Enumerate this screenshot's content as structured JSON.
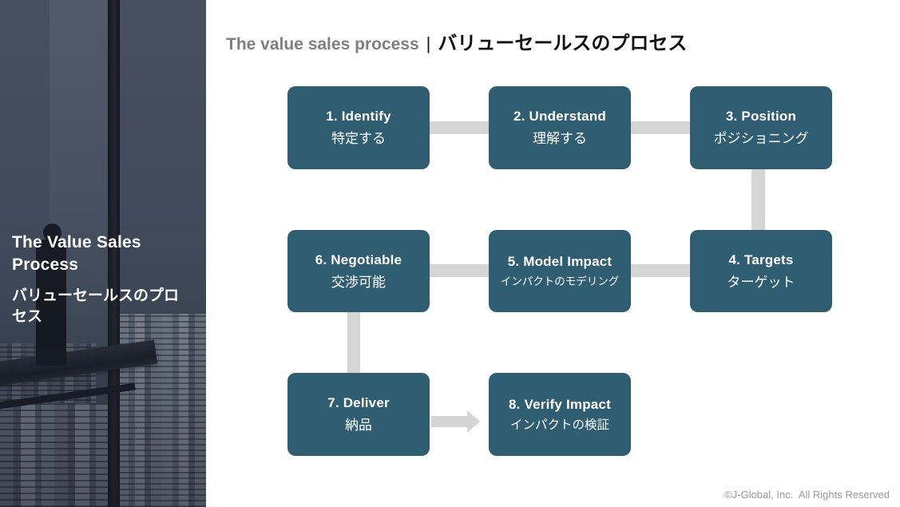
{
  "slide": {
    "title": {
      "en": "The value sales process",
      "separator": "|",
      "ja": "バリューセールスのプロセス"
    },
    "sidebar": {
      "title_en": "The Value Sales Process",
      "title_ja": "バリューセールスのプロセス"
    },
    "process_steps": [
      {
        "id": 1,
        "en": "1. Identify",
        "ja": "特定する"
      },
      {
        "id": 2,
        "en": "2. Understand",
        "ja": "理解する"
      },
      {
        "id": 3,
        "en": "3. Position",
        "ja": "ポジショニング"
      },
      {
        "id": 4,
        "en": "4. Targets",
        "ja": "ターゲット"
      },
      {
        "id": 5,
        "en": "5. Model Impact",
        "ja": "インパクトのモデリング"
      },
      {
        "id": 6,
        "en": "6. Negotiable",
        "ja": "交渉可能"
      },
      {
        "id": 7,
        "en": "7. Deliver",
        "ja": "納品"
      },
      {
        "id": 8,
        "en": "8. Verify Impact",
        "ja": "インパクトの検証"
      }
    ],
    "footer": {
      "copyright": "©J-Global, Inc.  All Rights Reserved"
    },
    "colors": {
      "box": "#2F5E72",
      "connector": "#D5D5D5",
      "title_gray": "#7F7F7F",
      "title_black": "#111111",
      "copyright_gray": "#9A9A9A"
    }
  }
}
